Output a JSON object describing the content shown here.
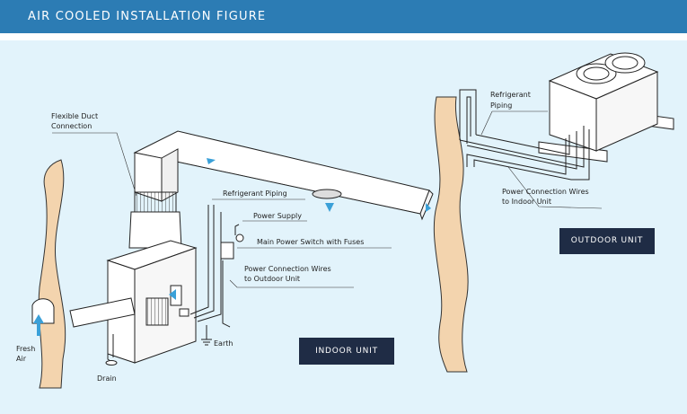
{
  "header": {
    "title": "AIR COOLED INSTALLATION FIGURE"
  },
  "colors": {
    "header_bg": "#2c7cb4",
    "panel_bg": "#e2f3fb",
    "wall": "#f3d4ae",
    "badge_bg": "#1f2c45",
    "airflow": "#3aa0d8"
  },
  "badges": {
    "outdoor": "OUTDOOR UNIT",
    "indoor": "INDOOR UNIT"
  },
  "labels": {
    "flexible_duct_1": "Flexible Duct",
    "flexible_duct_2": "Connection",
    "refrigerant_indoor": "Refrigerant Piping",
    "power_supply": "Power Supply",
    "main_switch": "Main Power Switch with Fuses",
    "power_wires_indoor_1": "Power Connection Wires",
    "power_wires_indoor_2": "to Outdoor Unit",
    "earth": "Earth",
    "fresh": "Fresh",
    "air": "Air",
    "drain": "Drain",
    "refrigerant_outdoor_1": "Refrigerant",
    "refrigerant_outdoor_2": "Piping",
    "power_wires_outdoor_1": "Power Connection Wires",
    "power_wires_outdoor_2": "to Indoor Unit"
  },
  "icons": [
    "airflow-arrow-icon",
    "earth-ground-icon",
    "fan-grille-icon"
  ]
}
